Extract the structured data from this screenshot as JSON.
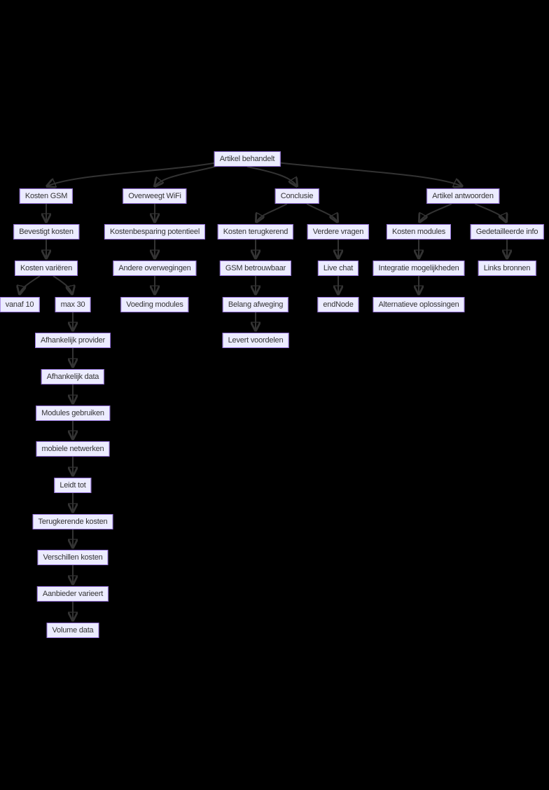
{
  "diagram": {
    "type": "flowchart",
    "direction": "top-down",
    "colors": {
      "background": "#000000",
      "node_fill": "#ECECFF",
      "node_border": "#9370DB",
      "node_text": "#333333",
      "edge": "#333333"
    },
    "nodes": [
      {
        "id": "artikel-behandelt",
        "label": "Artikel behandelt"
      },
      {
        "id": "kosten-gsm",
        "label": "Kosten GSM"
      },
      {
        "id": "overweegt-wifi",
        "label": "Overweegt WiFi"
      },
      {
        "id": "conclusie",
        "label": "Conclusie"
      },
      {
        "id": "artikel-antwoorden",
        "label": "Artikel antwoorden"
      },
      {
        "id": "bevestigt-kosten",
        "label": "Bevestigt kosten"
      },
      {
        "id": "kostenbesparing-potentieel",
        "label": "Kostenbesparing potentieel"
      },
      {
        "id": "kosten-terugkerend",
        "label": "Kosten terugkerend"
      },
      {
        "id": "verdere-vragen",
        "label": "Verdere vragen"
      },
      {
        "id": "kosten-modules",
        "label": "Kosten modules"
      },
      {
        "id": "gedetailleerde-info",
        "label": "Gedetailleerde info"
      },
      {
        "id": "kosten-varieren",
        "label": "Kosten variëren"
      },
      {
        "id": "andere-overwegingen",
        "label": "Andere overwegingen"
      },
      {
        "id": "gsm-betrouwbaar",
        "label": "GSM betrouwbaar"
      },
      {
        "id": "live-chat",
        "label": "Live chat"
      },
      {
        "id": "integratie-mogelijkheden",
        "label": "Integratie mogelijkheden"
      },
      {
        "id": "links-bronnen",
        "label": "Links bronnen"
      },
      {
        "id": "vanaf-10",
        "label": "vanaf 10"
      },
      {
        "id": "max-30",
        "label": "max 30"
      },
      {
        "id": "voeding-modules",
        "label": "Voeding modules"
      },
      {
        "id": "belang-afweging",
        "label": "Belang afweging"
      },
      {
        "id": "end-node",
        "label": "endNode"
      },
      {
        "id": "alternatieve-oplossingen",
        "label": "Alternatieve oplossingen"
      },
      {
        "id": "afhankelijk-provider",
        "label": "Afhankelijk provider"
      },
      {
        "id": "levert-voordelen",
        "label": "Levert voordelen"
      },
      {
        "id": "afhankelijk-data",
        "label": "Afhankelijk data"
      },
      {
        "id": "modules-gebruiken",
        "label": "Modules gebruiken"
      },
      {
        "id": "mobiele-netwerken",
        "label": "mobiele netwerken"
      },
      {
        "id": "leidt-tot",
        "label": "Leidt tot"
      },
      {
        "id": "terugkerende-kosten",
        "label": "Terugkerende kosten"
      },
      {
        "id": "verschillen-kosten",
        "label": "Verschillen kosten"
      },
      {
        "id": "aanbieder-varieert",
        "label": "Aanbieder varieert"
      },
      {
        "id": "volume-data",
        "label": "Volume data"
      }
    ],
    "edges": [
      {
        "from": "artikel-behandelt",
        "to": "kosten-gsm"
      },
      {
        "from": "artikel-behandelt",
        "to": "overweegt-wifi"
      },
      {
        "from": "artikel-behandelt",
        "to": "conclusie"
      },
      {
        "from": "artikel-behandelt",
        "to": "artikel-antwoorden"
      },
      {
        "from": "kosten-gsm",
        "to": "bevestigt-kosten"
      },
      {
        "from": "bevestigt-kosten",
        "to": "kosten-varieren"
      },
      {
        "from": "kosten-varieren",
        "to": "vanaf-10"
      },
      {
        "from": "kosten-varieren",
        "to": "max-30"
      },
      {
        "from": "max-30",
        "to": "afhankelijk-provider"
      },
      {
        "from": "afhankelijk-provider",
        "to": "afhankelijk-data"
      },
      {
        "from": "afhankelijk-data",
        "to": "modules-gebruiken"
      },
      {
        "from": "modules-gebruiken",
        "to": "mobiele-netwerken"
      },
      {
        "from": "mobiele-netwerken",
        "to": "leidt-tot"
      },
      {
        "from": "leidt-tot",
        "to": "terugkerende-kosten"
      },
      {
        "from": "terugkerende-kosten",
        "to": "verschillen-kosten"
      },
      {
        "from": "verschillen-kosten",
        "to": "aanbieder-varieert"
      },
      {
        "from": "aanbieder-varieert",
        "to": "volume-data"
      },
      {
        "from": "overweegt-wifi",
        "to": "kostenbesparing-potentieel"
      },
      {
        "from": "kostenbesparing-potentieel",
        "to": "andere-overwegingen"
      },
      {
        "from": "andere-overwegingen",
        "to": "voeding-modules"
      },
      {
        "from": "conclusie",
        "to": "kosten-terugkerend"
      },
      {
        "from": "conclusie",
        "to": "verdere-vragen"
      },
      {
        "from": "kosten-terugkerend",
        "to": "gsm-betrouwbaar"
      },
      {
        "from": "gsm-betrouwbaar",
        "to": "belang-afweging"
      },
      {
        "from": "belang-afweging",
        "to": "levert-voordelen"
      },
      {
        "from": "verdere-vragen",
        "to": "live-chat"
      },
      {
        "from": "live-chat",
        "to": "end-node"
      },
      {
        "from": "artikel-antwoorden",
        "to": "kosten-modules"
      },
      {
        "from": "artikel-antwoorden",
        "to": "gedetailleerde-info"
      },
      {
        "from": "kosten-modules",
        "to": "integratie-mogelijkheden"
      },
      {
        "from": "integratie-mogelijkheden",
        "to": "alternatieve-oplossingen"
      },
      {
        "from": "gedetailleerde-info",
        "to": "links-bronnen"
      }
    ]
  }
}
